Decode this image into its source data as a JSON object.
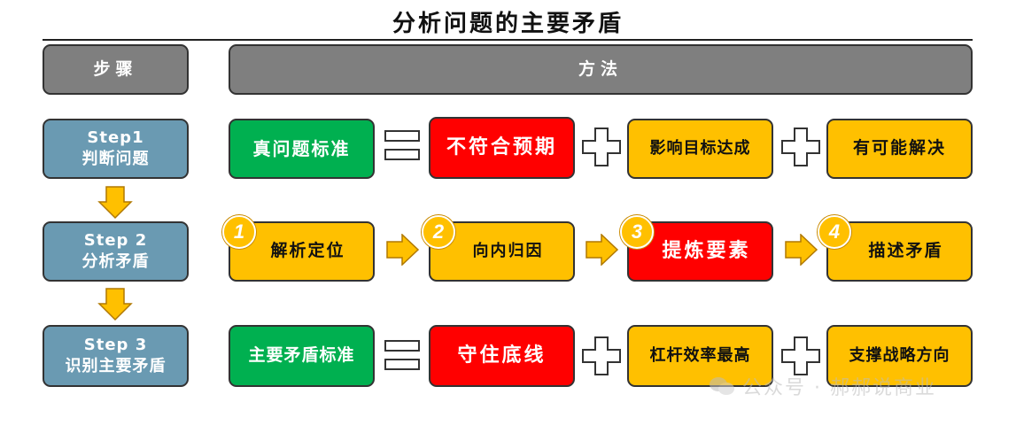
{
  "title": "分析问题的主要矛盾",
  "headers": {
    "steps": "步骤",
    "method": "方法"
  },
  "steps": [
    {
      "line1": "Step1",
      "line2": "判断问题"
    },
    {
      "line1": "Step 2",
      "line2": "分析矛盾"
    },
    {
      "line1": "Step 3",
      "line2": "识别主要矛盾"
    }
  ],
  "row1": {
    "definition": "真问题标准",
    "items": [
      "不符合预期",
      "影响目标达成",
      "有可能解决"
    ]
  },
  "row2": {
    "items": [
      {
        "num": "1",
        "label": "解析定位"
      },
      {
        "num": "2",
        "label": "向内归因"
      },
      {
        "num": "3",
        "label": "提炼要素"
      },
      {
        "num": "4",
        "label": "描述矛盾"
      }
    ]
  },
  "row3": {
    "definition": "主要矛盾标准",
    "items": [
      "守住底线",
      "杠杆效率最高",
      "支撑战略方向"
    ]
  },
  "watermark": "公众号 · 郝郝说商业",
  "colors": {
    "green": "#00b050",
    "red": "#ff0000",
    "orange": "#ffc000",
    "steel": "#6a9ab2",
    "gray": "#7f7f7f"
  }
}
